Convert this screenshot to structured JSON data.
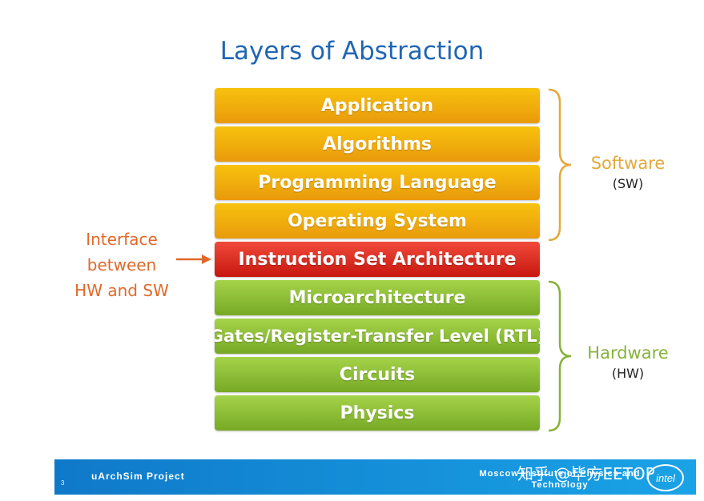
{
  "title": "Layers of Abstraction",
  "layers": [
    {
      "label": "Application",
      "group": "software"
    },
    {
      "label": "Algorithms",
      "group": "software"
    },
    {
      "label": "Programming Language",
      "group": "software"
    },
    {
      "label": "Operating System",
      "group": "software"
    },
    {
      "label": "Instruction Set Architecture",
      "group": "interface"
    },
    {
      "label": "Microarchitecture",
      "group": "hardware"
    },
    {
      "label": "Gates/Register-Transfer Level (RTL)",
      "group": "hardware"
    },
    {
      "label": "Circuits",
      "group": "hardware"
    },
    {
      "label": "Physics",
      "group": "hardware"
    }
  ],
  "software": {
    "label": "Software",
    "abbr": "(SW)",
    "color": "#e3a93a"
  },
  "hardware": {
    "label": "Hardware",
    "abbr": "(HW)",
    "color": "#86b23a"
  },
  "interface_note": {
    "lines": [
      "Interface",
      "between",
      "HW and SW"
    ],
    "color": "#e0692a"
  },
  "footer": {
    "page": "3",
    "project": "uArchSim Project",
    "institute": "Moscow Institute of Physics and Technology",
    "watermark": "知乎 @毕方EETOP",
    "logo": "intel"
  }
}
